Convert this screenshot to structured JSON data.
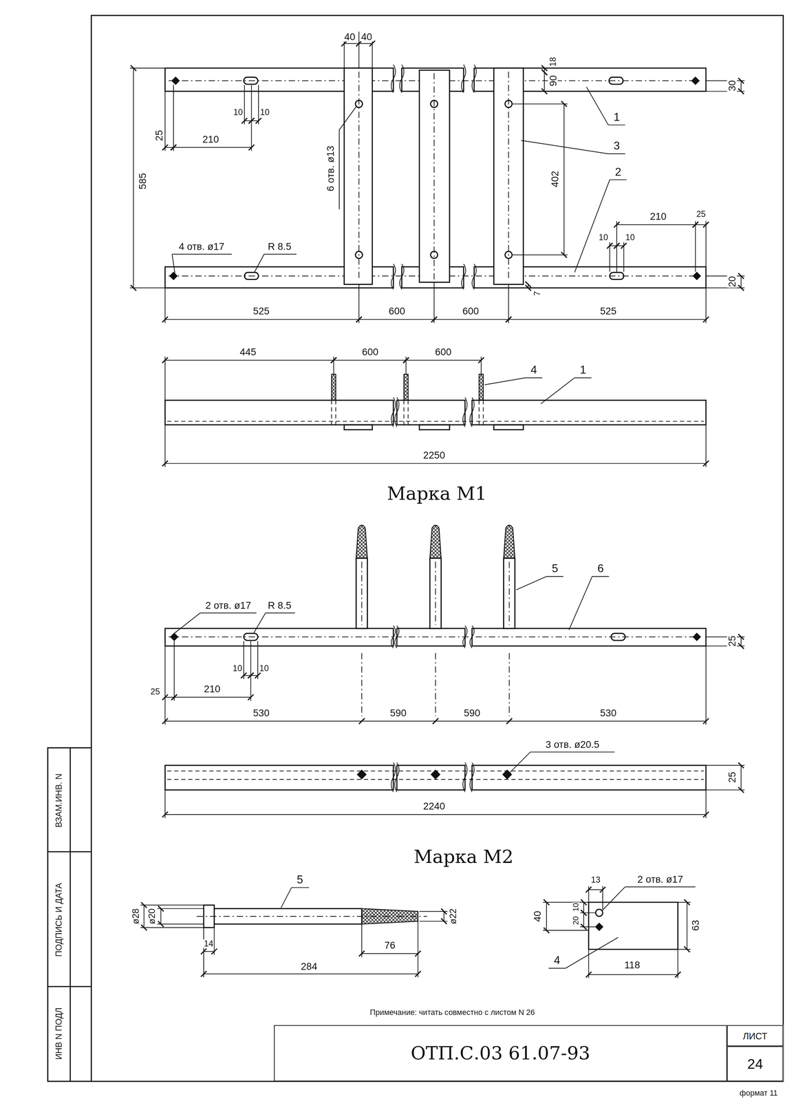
{
  "diagram": {
    "nodes": [
      {
        "text": [
          "ОТП.С.03 61.07-93"
        ]
      },
      {
        "text": [
          "ЛИСТ"
        ]
      },
      {
        "text": [
          "24"
        ]
      }
    ],
    "labels": [
      "40",
      "40",
      "18",
      "90",
      "30",
      "1",
      "3",
      "2",
      "6 отв. ø13",
      "10",
      "10",
      "25",
      "210",
      "585",
      "402",
      "210",
      "25",
      "10",
      "10",
      "4 отв. ø17",
      "R 8.5",
      "7",
      "20",
      "525",
      "600",
      "600",
      "525",
      "445",
      "600",
      "600",
      "4",
      "1",
      "2250",
      "Марка М1",
      "5",
      "6",
      "2 отв. ø17",
      "R 8.5",
      "10",
      "10",
      "25",
      "25",
      "210",
      "530",
      "590",
      "590",
      "530",
      "3 отв. ø20.5",
      "25",
      "2240",
      "Марка М2",
      "5",
      "ø28",
      "ø20",
      "14",
      "76",
      "ø22",
      "284",
      "13",
      "2 отв. ø17",
      "10",
      "20",
      "40",
      "63",
      "4",
      "118",
      "Примечание: читать совместно с листом N 26",
      "ВЗАМ.ИНВ. N",
      "ПОДПИСЬ И ДАТА",
      "ИНВ N ПОДЛ",
      "формат 11"
    ]
  }
}
